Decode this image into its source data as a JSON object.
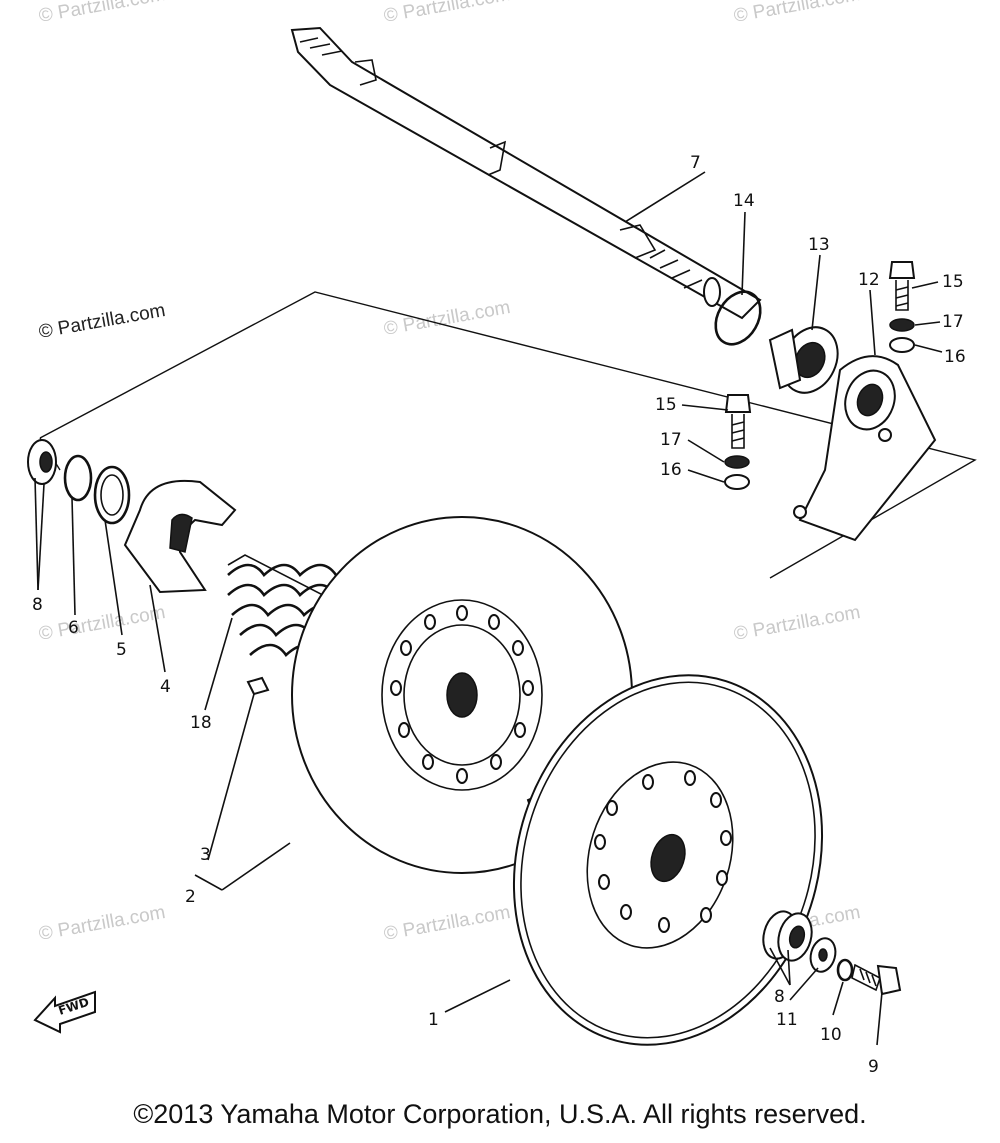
{
  "copyright": "©2013 Yamaha Motor Corporation, U.S.A. All rights reserved.",
  "watermark": "© Partzilla.com",
  "fwd_label": "FWD",
  "part_labels": {
    "p1": "1",
    "p2": "2",
    "p3": "3",
    "p4": "4",
    "p5": "5",
    "p6": "6",
    "p7": "7",
    "p8a": "8",
    "p8b": "8",
    "p9": "9",
    "p10": "10",
    "p11": "11",
    "p12": "12",
    "p13": "13",
    "p14": "14",
    "p15a": "15",
    "p15b": "15",
    "p16a": "16",
    "p16b": "16",
    "p17a": "17",
    "p17b": "17",
    "p18": "18"
  }
}
